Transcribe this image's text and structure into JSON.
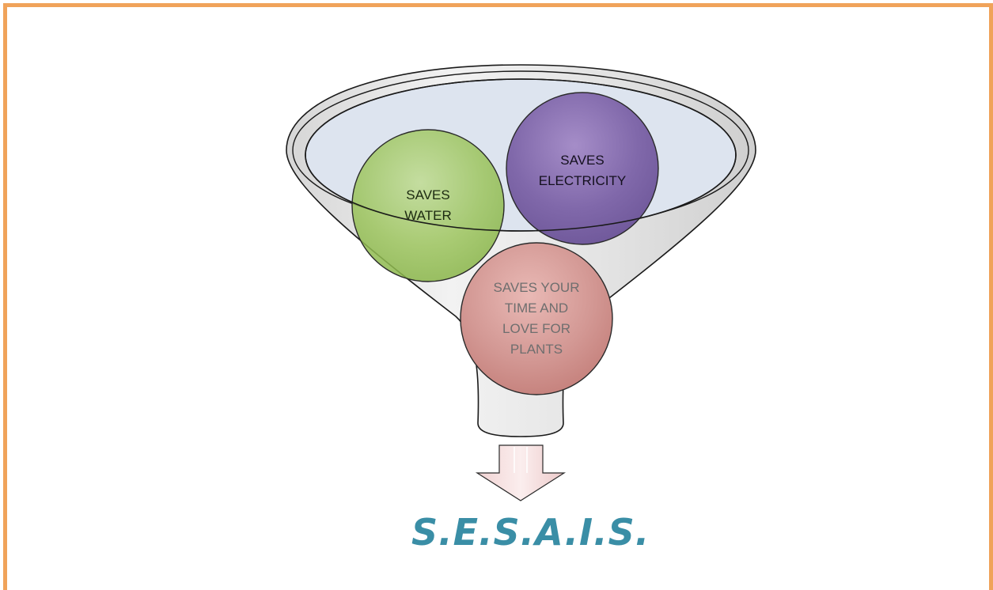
{
  "diagram": {
    "circles": [
      {
        "id": "water",
        "label": "SAVES\nWATER",
        "color": "#8fbf4f"
      },
      {
        "id": "electricity",
        "label": "SAVES\nELECTRICITY",
        "color": "#7e62a7"
      },
      {
        "id": "time",
        "label": "SAVES YOUR\nTIME AND\nLOVE FOR\nPLANTS",
        "color": "#cd8a86"
      }
    ],
    "output_label": "S.E.S.A.I.S."
  },
  "colors": {
    "frame": "#f0a35a",
    "funnel_fill": "#e6e6e6",
    "funnel_stroke": "#1a1a1a",
    "mouth_fill": "#dde4ef",
    "arrow_fill": "#f6dede",
    "brand": "#3a8ea6"
  }
}
